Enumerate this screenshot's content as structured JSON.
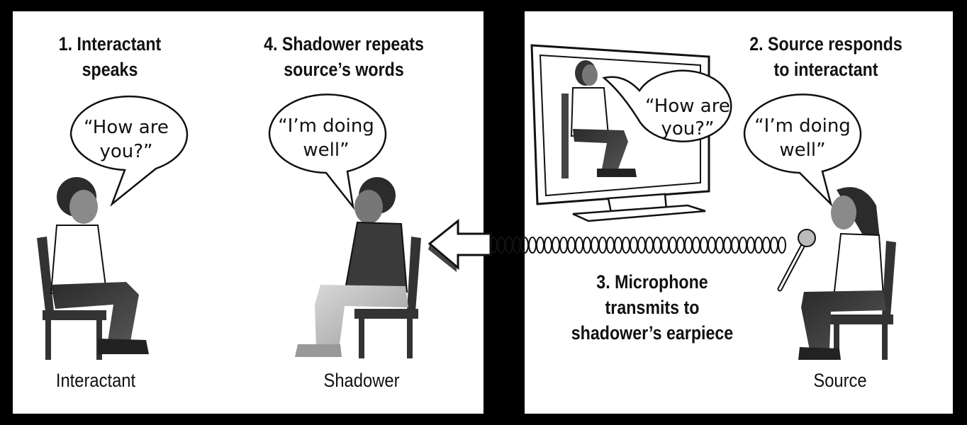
{
  "steps": {
    "step1": [
      "1. Interactant",
      "speaks"
    ],
    "step2": [
      "2. Source responds",
      "to interactant"
    ],
    "step3": [
      "3. Microphone",
      "transmits to",
      "shadower’s earpiece"
    ],
    "step4": [
      "4. Shadower repeats",
      "source’s words"
    ]
  },
  "bubbles": {
    "interactant": [
      "“How are",
      "you?”"
    ],
    "shadower": [
      "“I’m doing",
      "well”"
    ],
    "screen": [
      "“How are",
      "you?”"
    ],
    "source": [
      "“I’m doing",
      "well”"
    ]
  },
  "labels": {
    "interactant": "Interactant",
    "shadower": "Shadower",
    "source": "Source"
  }
}
